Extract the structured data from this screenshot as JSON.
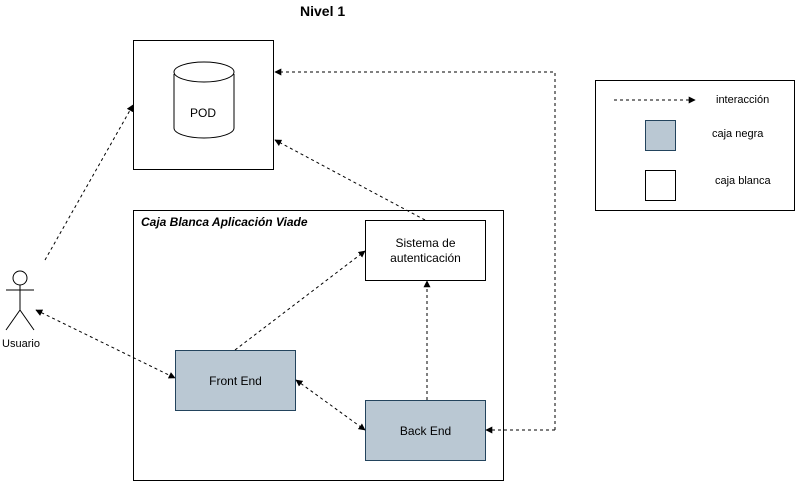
{
  "diagram": {
    "title": "Nivel 1",
    "pod_label": "POD",
    "container_label": "Caja Blanca Aplicación Viade",
    "auth_label": "Sistema de autenticación",
    "frontend_label": "Front End",
    "backend_label": "Back End",
    "actor_label": "Usuario"
  },
  "legend": {
    "interaction_label": "interacción",
    "black_box_label": "caja negra",
    "white_box_label": "caja blanca"
  },
  "colors": {
    "black_box_fill": "#bac8d3",
    "black_box_stroke": "#23445d"
  }
}
